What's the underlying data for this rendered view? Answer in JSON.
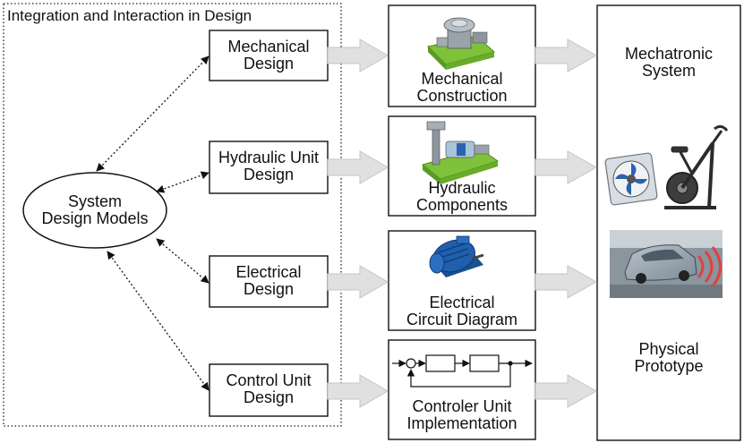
{
  "group_title": "Integration and Interaction in Design",
  "center": {
    "line1": "System",
    "line2": "Design Models"
  },
  "design_boxes": [
    {
      "line1": "Mechanical",
      "line2": "Design"
    },
    {
      "line1": "Hydraulic Unit",
      "line2": "Design"
    },
    {
      "line1": "Electrical",
      "line2": "Design"
    },
    {
      "line1": "Control Unit",
      "line2": "Design"
    }
  ],
  "implementation_boxes": [
    {
      "line1": "Mechanical",
      "line2": "Construction",
      "icon": "mechanical-assembly-icon"
    },
    {
      "line1": "Hydraulic",
      "line2": "Components",
      "icon": "hydraulic-unit-icon"
    },
    {
      "line1": "Electrical",
      "line2": "Circuit Diagram",
      "icon": "electric-motor-icon"
    },
    {
      "line1": "Controler Unit",
      "line2": "Implementation",
      "icon": "control-loop-block-diagram-icon"
    }
  ],
  "result": {
    "top_line1": "Mechatronic",
    "top_line2": "System",
    "bottom_line1": "Physical",
    "bottom_line2": "Prototype",
    "images": [
      "fan-icon",
      "exercise-bike-icon",
      "car-parking-sensor-image"
    ]
  },
  "colors": {
    "arrow_fill": "#e0e0e0",
    "arrow_stroke": "#c8c8c8",
    "motor_blue": "#1f5fae",
    "base_green": "#7fc23a"
  }
}
